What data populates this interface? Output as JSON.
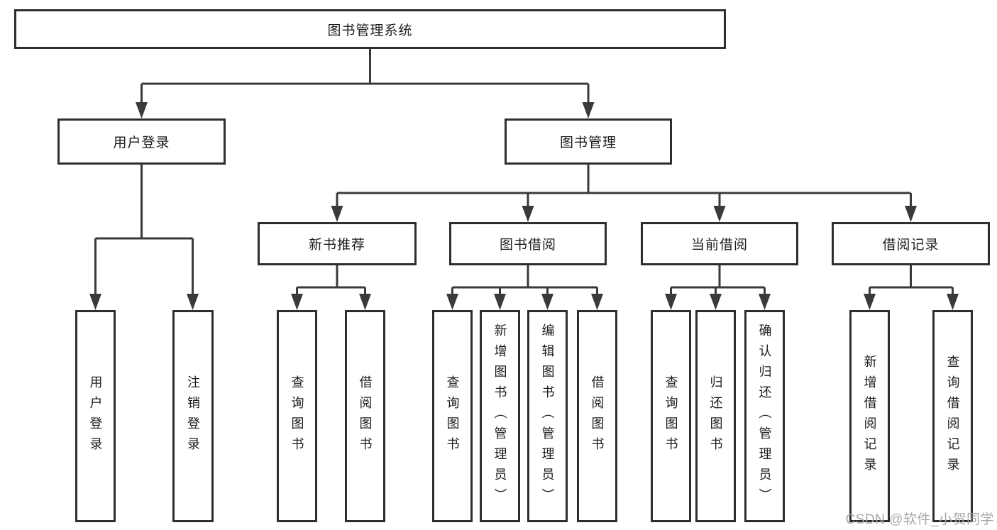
{
  "diagram": {
    "root": {
      "label": "图书管理系统"
    },
    "level2": [
      {
        "label": "用户登录"
      },
      {
        "label": "图书管理"
      }
    ],
    "level3": [
      {
        "label": "新书推荐"
      },
      {
        "label": "图书借阅"
      },
      {
        "label": "当前借阅"
      },
      {
        "label": "借阅记录"
      }
    ],
    "leaves_user_login": [
      {
        "label": "用户登录"
      },
      {
        "label": "注销登录"
      }
    ],
    "leaves_new_book": [
      {
        "label": "查询图书"
      },
      {
        "label": "借阅图书"
      }
    ],
    "leaves_book_borrow": [
      {
        "label": "查询图书"
      },
      {
        "label": "新增图书（管理员）"
      },
      {
        "label": "编辑图书（管理员）"
      },
      {
        "label": "借阅图书"
      }
    ],
    "leaves_current_borrow": [
      {
        "label": "查询图书"
      },
      {
        "label": "归还图书"
      },
      {
        "label": "确认归还（管理员）"
      }
    ],
    "leaves_borrow_record": [
      {
        "label": "新增借阅记录"
      },
      {
        "label": "查询借阅记录"
      }
    ]
  },
  "watermark": {
    "text": "CSDN @软件_小贺同学"
  },
  "colors": {
    "line": "#3a3a3a",
    "box_border": "#2e2e2e",
    "text": "#1c1c1c",
    "watermark": "#a8a8a8",
    "background": "#ffffff"
  }
}
